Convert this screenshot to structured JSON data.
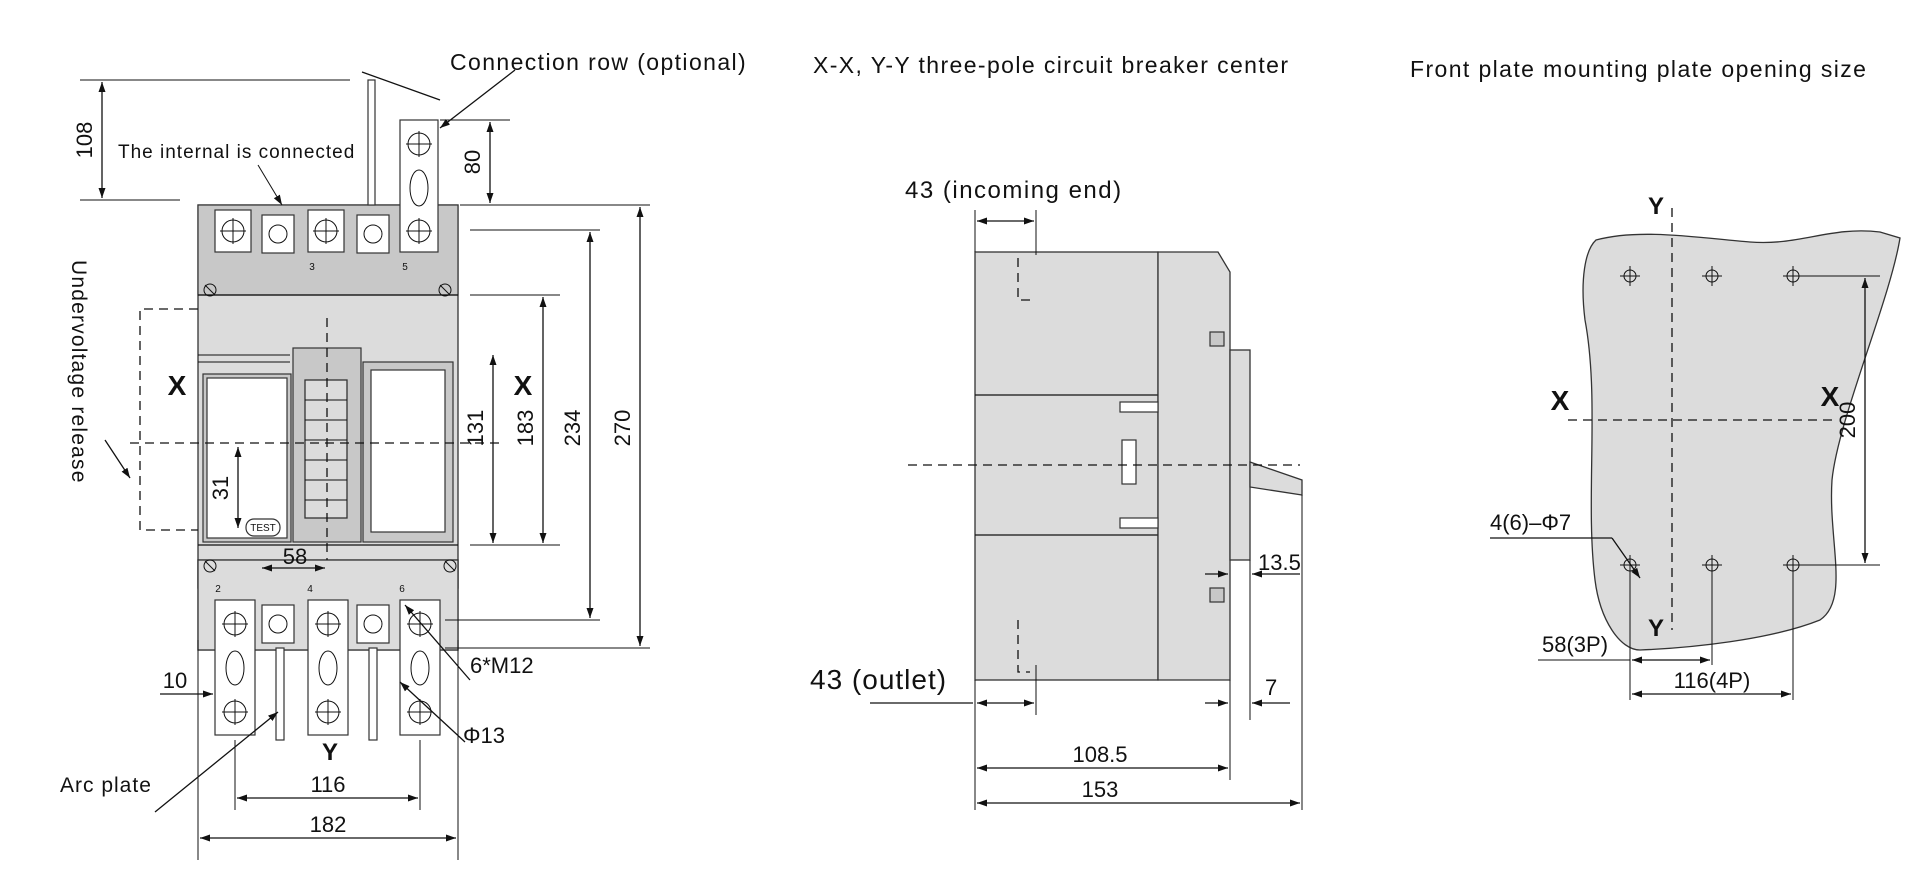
{
  "captions": {
    "connection_row": "Connection row (optional)",
    "internal_connected": "The internal is connected",
    "undervoltage_release": "Undervoltage release",
    "arc_plate": "Arc plate",
    "side_title": "X-X, Y-Y three-pole circuit breaker center",
    "incoming_end": "43 (incoming end)",
    "outlet": "43 (outlet)",
    "mounting_title": "Front plate mounting plate opening size"
  },
  "front_view": {
    "dims": {
      "d108": "108",
      "d80": "80",
      "d131": "131",
      "d183": "183",
      "d234": "234",
      "d270": "270",
      "d31": "31",
      "d58": "58",
      "d10": "10",
      "d116": "116",
      "d182": "182",
      "thread": "6*M12",
      "hole": "Φ13"
    },
    "axis_x": "X",
    "axis_y": "Y",
    "terminal_numbers": [
      "3",
      "5",
      "2",
      "4",
      "6"
    ],
    "test_label": "TEST"
  },
  "side_view": {
    "dims": {
      "d13_5": "13.5",
      "d7": "7",
      "d108_5": "108.5",
      "d153": "153"
    }
  },
  "mounting_view": {
    "axis_x": "X",
    "axis_y": "Y",
    "dims": {
      "d200": "200",
      "holes": "4(6)–Φ7",
      "d58_3p": "58(3P)",
      "d116_4p": "116(4P)"
    }
  }
}
